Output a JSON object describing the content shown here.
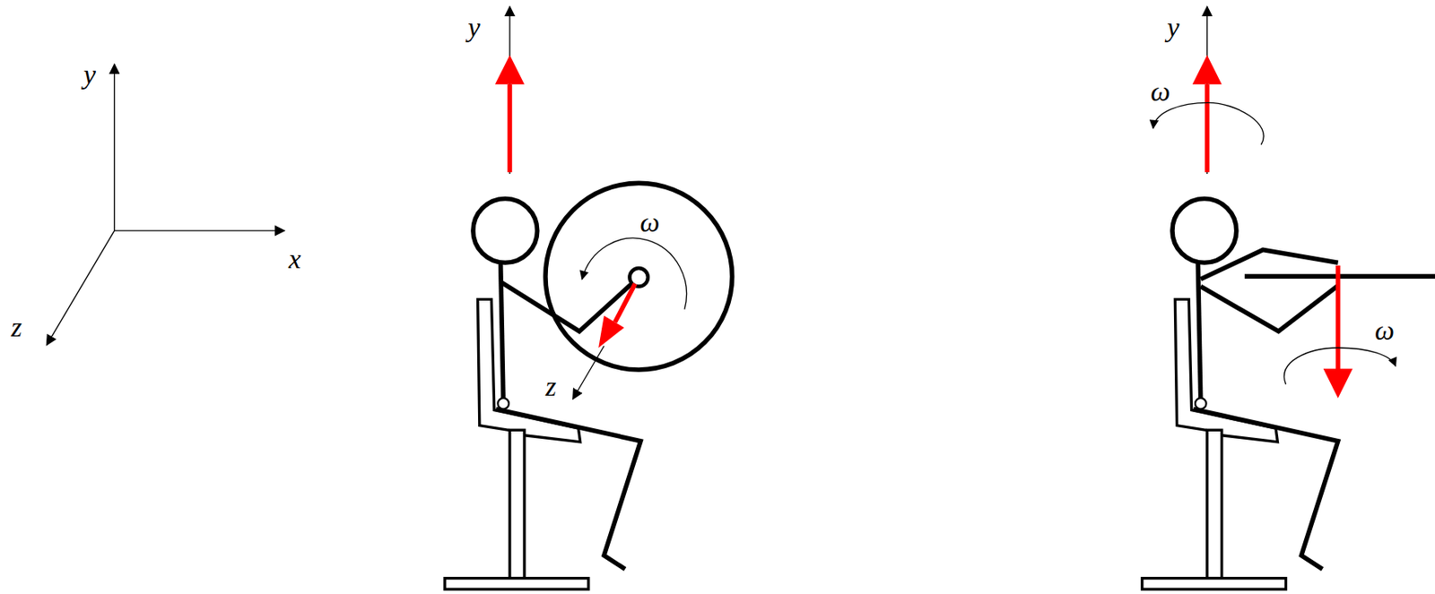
{
  "diagram": {
    "labels": [
      "y",
      "x",
      "z",
      "y",
      "ω",
      "z",
      "y",
      "ω",
      "ω"
    ]
  }
}
